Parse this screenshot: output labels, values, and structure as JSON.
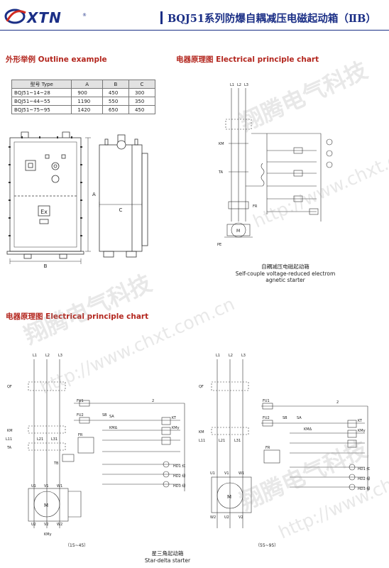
{
  "header": {
    "logo_text": "XTN",
    "logo_reg": "®",
    "title": "BQJ51系列防爆自耦减压电磁起动箱（ⅡB）"
  },
  "sections": {
    "outline": "外形举例 Outline example",
    "chart_top": "电器原理图  Electrical principle chart",
    "chart_bottom": "电器原理图  Electrical principle chart"
  },
  "dims_table": {
    "headers": [
      "型号 Type",
      "A",
      "B",
      "C"
    ],
    "rows": [
      [
        "BQJ51~14~28",
        "900",
        "450",
        "300"
      ],
      [
        "BQJ51~44~55",
        "1190",
        "550",
        "350"
      ],
      [
        "BQJ51~75~95",
        "1420",
        "650",
        "450"
      ]
    ]
  },
  "outline_labels": {
    "a": "A",
    "b": "B",
    "c": "C",
    "ex": "Ex"
  },
  "top_chart": {
    "caption_cn": "自耦减压电磁起动箱",
    "caption_en_1": "Self-couple voltage-reduced electrom",
    "caption_en_2": "agnetic starter",
    "labels": {
      "l1": "L1",
      "l2": "L2",
      "l3": "L3",
      "motor": "M",
      "fr": "FR",
      "km": "KM",
      "ta": "TA",
      "pe": "PE"
    }
  },
  "bottom_chart": {
    "caption_cn": "星三角起动箱",
    "caption_en": "Star-delta starter",
    "range_left": "（15~45）",
    "range_right": "（55~95）",
    "labels": {
      "l1": "L1",
      "l2": "L2",
      "l3": "L3",
      "qf": "QF",
      "fu1": "FU1",
      "fu2": "FU2",
      "sb": "SB",
      "sa": "SA",
      "km": "KM",
      "kmy": "KMy",
      "kt": "KT",
      "kma": "KMΔ",
      "fr": "FR",
      "ta": "TA",
      "tb": "TB",
      "l11": "L11",
      "l21": "L21",
      "l31": "L31",
      "u1": "U1",
      "v1": "V1",
      "w1": "W1",
      "u2": "U2",
      "v2": "V2",
      "w2": "W2",
      "motor": "M",
      "hd1": "HD1 红",
      "hd2": "HD2 绿",
      "hd3": "HD3 绿",
      "two": "2"
    }
  },
  "watermark": {
    "cn": "翔腾电气科技",
    "url": "http://www.chxt.com.cn"
  }
}
